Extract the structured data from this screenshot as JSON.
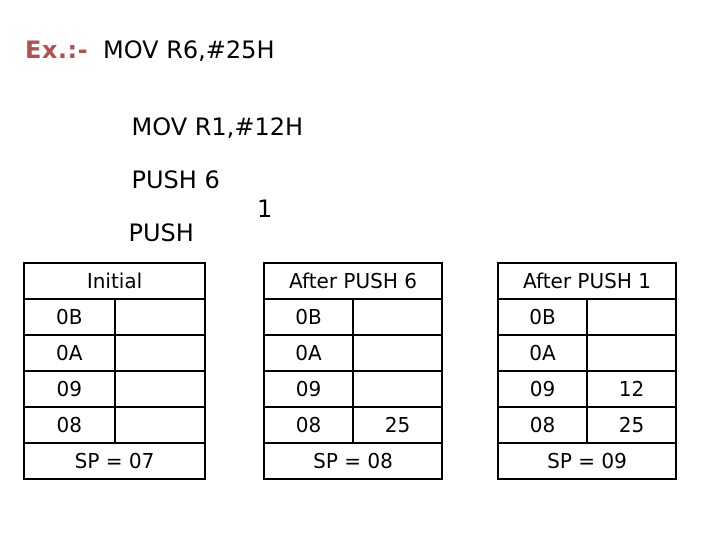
{
  "slide": {
    "background_color": "#ffffff",
    "text_color": "#000000",
    "accent_color": "#b25150",
    "border_color": "#000000",
    "example": {
      "label": "Ex.:-",
      "line1": "MOV R6,#25H",
      "line2": "MOV R1,#12H",
      "line3": "PUSH 6",
      "line4": "PUSH",
      "line4_operand": "1"
    },
    "tables": [
      {
        "title": "Initial",
        "rows": [
          {
            "address": "0B",
            "value": ""
          },
          {
            "address": "0A",
            "value": ""
          },
          {
            "address": "09",
            "value": ""
          },
          {
            "address": "08",
            "value": ""
          }
        ],
        "footer": "SP = 07"
      },
      {
        "title": "After PUSH 6",
        "rows": [
          {
            "address": "0B",
            "value": ""
          },
          {
            "address": "0A",
            "value": ""
          },
          {
            "address": "09",
            "value": ""
          },
          {
            "address": "08",
            "value": "25"
          }
        ],
        "footer": "SP = 08"
      },
      {
        "title": "After PUSH 1",
        "rows": [
          {
            "address": "0B",
            "value": ""
          },
          {
            "address": "0A",
            "value": ""
          },
          {
            "address": "09",
            "value": "12"
          },
          {
            "address": "08",
            "value": "25"
          }
        ],
        "footer": "SP = 09"
      }
    ]
  }
}
